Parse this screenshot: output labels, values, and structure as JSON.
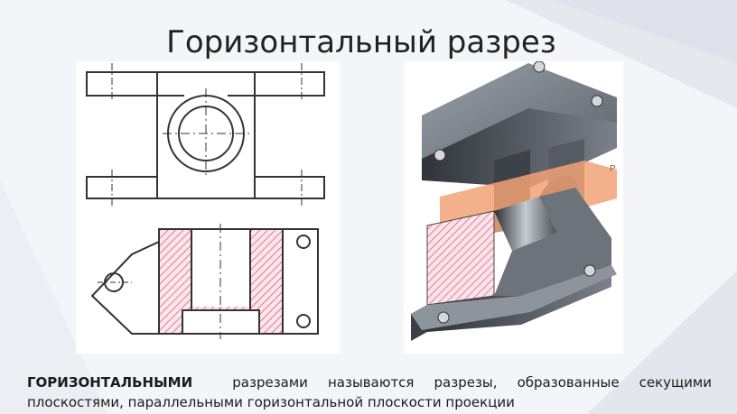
{
  "slide": {
    "title": "Горизонтальный разрез",
    "description_term": "ГОРИЗОНТАЛЬНЫМИ",
    "description_text": "разрезами называются разрезы, образованные секущими плоскостями, параллельными горизонтальной плоскости проекции"
  },
  "model": {
    "plane_label": "P"
  },
  "colors": {
    "hatch": "#d94a6a",
    "plane": "#f2a277",
    "metal_dark": "#3a3f46",
    "metal_light": "#b9bec6"
  }
}
